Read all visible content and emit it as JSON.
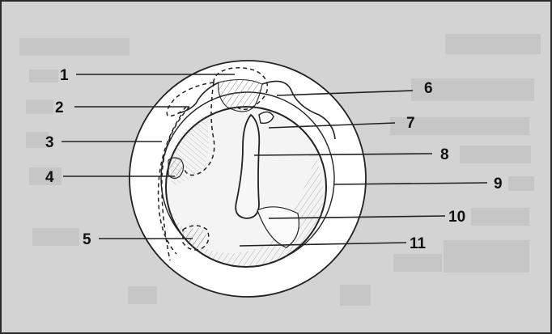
{
  "diagram": {
    "labels": [
      "1",
      "2",
      "3",
      "4",
      "5",
      "6",
      "7",
      "8",
      "9",
      "10",
      "11"
    ],
    "colors": {
      "background": "#d3d3d3",
      "redaction_box": "#c6c6c6",
      "ink": "#222222",
      "membrane_fill": "#f4f4f4",
      "canal_ring": "#ffffff"
    }
  }
}
